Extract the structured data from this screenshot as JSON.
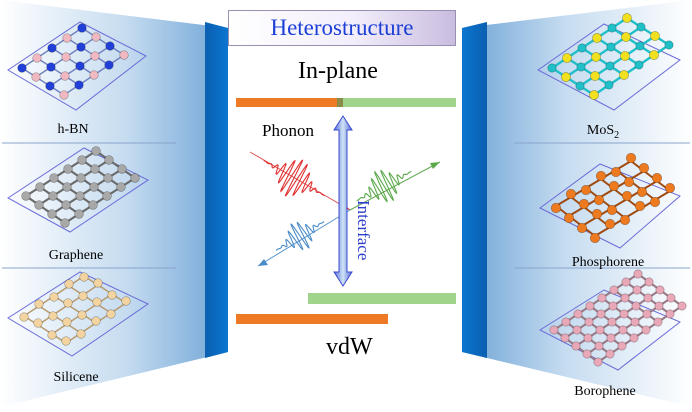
{
  "title": "Heterostructure",
  "in_plane": "In-plane",
  "vdw": "vdW",
  "phonon": "Phonon",
  "interface": "Interface",
  "left_materials": [
    "h-BN",
    "Graphene",
    "Silicene"
  ],
  "right_materials": [
    {
      "base": "MoS",
      "sub": "2"
    },
    {
      "base": "Phosphorene",
      "sub": ""
    },
    {
      "base": "Borophene",
      "sub": ""
    }
  ],
  "colors": {
    "title_text": "#1c3fd6",
    "panel_blue": "#0a6fc7",
    "orange_layer": "#ee7a26",
    "green_layer": "#9fd48a",
    "wave_red": "#e03030",
    "wave_green": "#5aa84a",
    "wave_blue": "#4a8cc8",
    "interface_text": "#2f3ecc",
    "hbn_boron": "#2240d8",
    "hbn_nitrogen": "#f0b8c0",
    "graphene_carbon": "#a8a8a8",
    "silicene_si": "#f3d4a0",
    "mos2_mo": "#20c0c8",
    "mos2_s": "#f0e020",
    "phosphorene_p": "#ee7a20",
    "borophene_b": "#e8a8b8"
  }
}
